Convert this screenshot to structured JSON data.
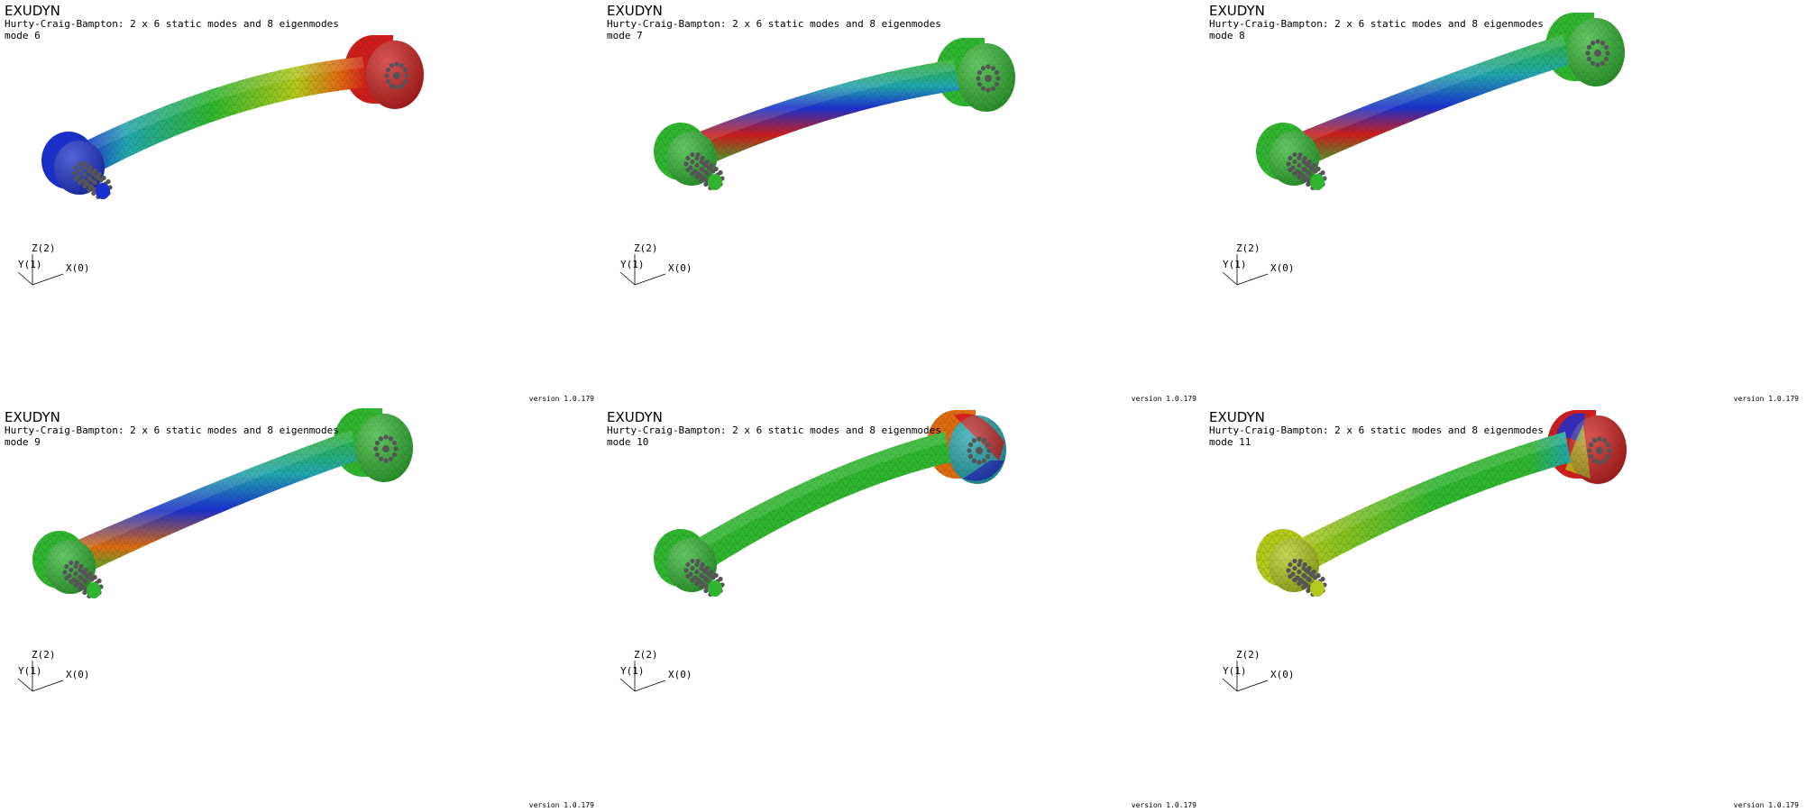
{
  "panels": [
    {
      "app": "EXUDYN",
      "subtitle": "Hurty-Craig-Bampton: 2 x 6 static modes and 8 eigenmodes",
      "mode": "mode 6",
      "version": "version 1.0.179",
      "axes": {
        "z": "Z(2)",
        "y": "Y(1)",
        "x": "X(0)"
      }
    },
    {
      "app": "EXUDYN",
      "subtitle": "Hurty-Craig-Bampton: 2 x 6 static modes and 8 eigenmodes",
      "mode": "mode 7",
      "version": "version 1.0.179",
      "axes": {
        "z": "Z(2)",
        "y": "Y(1)",
        "x": "X(0)"
      }
    },
    {
      "app": "EXUDYN",
      "subtitle": "Hurty-Craig-Bampton: 2 x 6 static modes and 8 eigenmodes",
      "mode": "mode 8",
      "version": "version 1.0.179",
      "axes": {
        "z": "Z(2)",
        "y": "Y(1)",
        "x": "X(0)"
      }
    },
    {
      "app": "EXUDYN",
      "subtitle": "Hurty-Craig-Bampton: 2 x 6 static modes and 8 eigenmodes",
      "mode": "mode 9",
      "version": "version 1.0.179",
      "axes": {
        "z": "Z(2)",
        "y": "Y(1)",
        "x": "X(0)"
      }
    },
    {
      "app": "EXUDYN",
      "subtitle": "Hurty-Craig-Bampton: 2 x 6 static modes and 8 eigenmodes",
      "mode": "mode 10",
      "version": "version 1.0.179",
      "axes": {
        "z": "Z(2)",
        "y": "Y(1)",
        "x": "X(0)"
      }
    },
    {
      "app": "EXUDYN",
      "subtitle": "Hurty-Craig-Bampton: 2 x 6 static modes and 8 eigenmodes",
      "mode": "mode 11",
      "version": "version 1.0.179",
      "axes": {
        "z": "Z(2)",
        "y": "Y(1)",
        "x": "X(0)"
      }
    }
  ],
  "colors": {
    "background": "#ffffff",
    "red": "#d01c1c",
    "orange": "#e06a10",
    "yellow": "#b5c81c",
    "green": "#2fb52f",
    "cyan": "#22a6b0",
    "blue": "#1a2fd0",
    "pins": "#555555",
    "mesh": "#0a3a0a"
  },
  "icons": [
    "mesh-wireframe",
    "coordinate-triad"
  ]
}
